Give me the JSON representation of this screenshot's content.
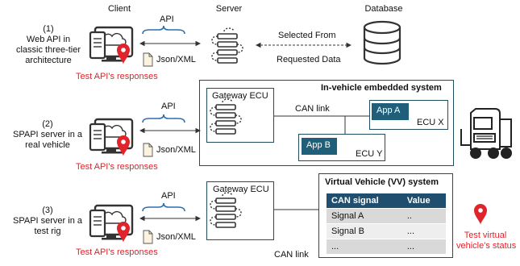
{
  "headers": {
    "client": "Client",
    "server": "Server",
    "database": "Database"
  },
  "scenarios": [
    {
      "num": "(1)",
      "line1": "Web API in",
      "line2": "classic three-tier",
      "line3": "architecture",
      "test": "Test API's responses",
      "api": "API",
      "format": "Json/XML"
    },
    {
      "num": "(2)",
      "line1": "SPAPI server in a",
      "line2": "real vehicle",
      "line3": "",
      "test": "Test API's responses",
      "api": "API",
      "format": "Json/XML"
    },
    {
      "num": "(3)",
      "line1": "SPAPI server in a",
      "line2": "test rig",
      "line3": "",
      "test": "Test API's responses",
      "api": "API",
      "format": "Json/XML"
    }
  ],
  "db_links": {
    "top": "Selected From",
    "bottom": "Requested Data"
  },
  "in_vehicle": {
    "title": "In-vehicle embedded system",
    "gateway": "Gateway ECU",
    "can_link": "CAN link",
    "app_a": "App A",
    "ecu_x": "ECU X",
    "app_b": "App B",
    "ecu_y": "ECU Y"
  },
  "test_rig": {
    "gateway": "Gateway ECU",
    "can_link": "CAN link",
    "vv_title": "Virtual Vehicle (VV) system",
    "columns": [
      "CAN signal",
      "Value"
    ],
    "rows": [
      [
        "Signal A",
        ".."
      ],
      [
        "Signal B",
        "..."
      ],
      [
        "...",
        "..."
      ]
    ],
    "status_line1": "Test virtual",
    "status_line2": "vehicle's status"
  },
  "colors": {
    "accent_red": "#e0242b",
    "teal": "#1f4e5f",
    "app_fill": "#1f5f7a",
    "bracket_blue": "#2f6fb0"
  }
}
